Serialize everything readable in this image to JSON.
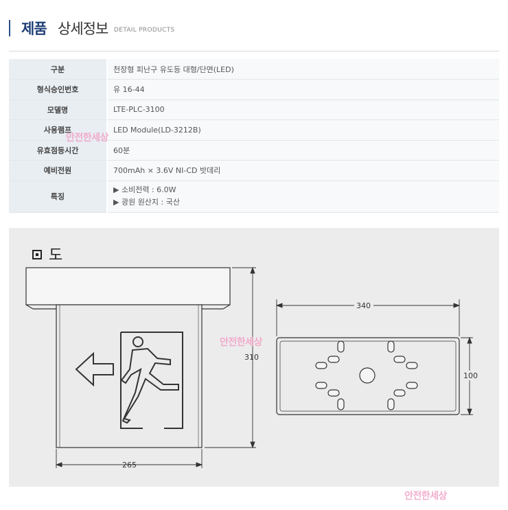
{
  "header": {
    "title_bold": "제품",
    "title_normal": "상세정보",
    "title_en": "DETAIL PRODUCTS"
  },
  "spec_rows": [
    {
      "label": "구분",
      "value": "천장형 피난구 유도등 대형/단면(LED)"
    },
    {
      "label": "형식승인번호",
      "value": "유 16-44"
    },
    {
      "label": "모델명",
      "value": "LTE-PLC-3100"
    },
    {
      "label": "사용램프",
      "value": "LED Module(LD-3212B)"
    },
    {
      "label": "유효점등시간",
      "value": "60분"
    },
    {
      "label": "예비전원",
      "value": "700mAh × 3.6V NI-CD 밧데리"
    },
    {
      "label": "특징",
      "features": [
        "▶ 소비전력 : 6.0W",
        "▶ 광원 원산지 : 국산"
      ]
    }
  ],
  "drawing": {
    "title": "도 면",
    "dimensions": {
      "width_front": "265",
      "height_front": "310",
      "width_top": "340",
      "depth_top": "100"
    }
  },
  "watermarks": [
    "안전한세상",
    "안전한세상",
    "안전한세상"
  ],
  "colors": {
    "accent": "#1f3f78",
    "label_bg": "#e9eef2",
    "panel_bg": "#ececec",
    "watermark": "#f2a0c5"
  }
}
